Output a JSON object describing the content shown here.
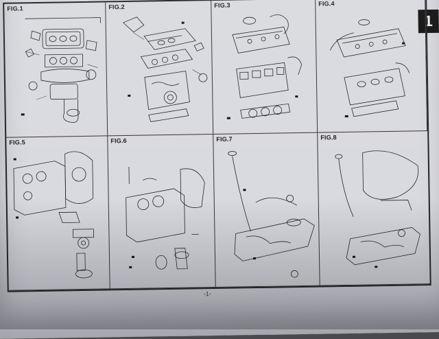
{
  "section_tab": "1",
  "page_number": "-1-",
  "figures": [
    {
      "label": "FIG.1"
    },
    {
      "label": "FIG.2"
    },
    {
      "label": "FIG.3"
    },
    {
      "label": "FIG.4"
    },
    {
      "label": "FIG.5"
    },
    {
      "label": "FIG.6"
    },
    {
      "label": "FIG.7"
    },
    {
      "label": "FIG.8"
    }
  ]
}
